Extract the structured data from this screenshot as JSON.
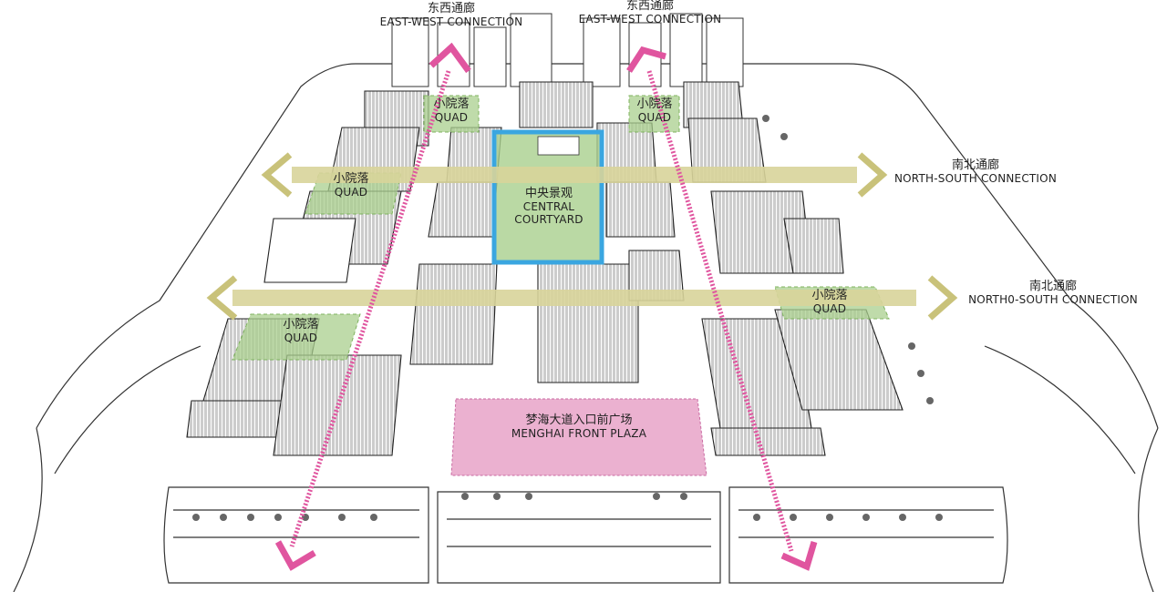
{
  "labels": {
    "ew_left": {
      "zh": "东西通廊",
      "en": "EAST-WEST CONNECTION"
    },
    "ew_right": {
      "zh": "东西通廊",
      "en": "EAST-WEST CONNECTION"
    },
    "ns_top": {
      "zh": "南北通廊",
      "en": "NORTH-SOUTH CONNECTION"
    },
    "ns_bottom": {
      "zh": "南北通廊",
      "en": "NORTH0-SOUTH CONNECTION"
    },
    "central": {
      "zh": "中央景观",
      "en1": "CENTRAL",
      "en2": "COURTYARD"
    },
    "plaza": {
      "zh": "梦海大道入口前广场",
      "en": "MENGHAI FRONT PLAZA"
    },
    "quads": [
      {
        "zh": "小院落",
        "en": "QUAD"
      },
      {
        "zh": "小院落",
        "en": "QUAD"
      },
      {
        "zh": "小院落",
        "en": "QUAD"
      },
      {
        "zh": "小院落",
        "en": "QUAD"
      },
      {
        "zh": "小院落",
        "en": "QUAD"
      }
    ]
  },
  "colors": {
    "pink": "#e0559f",
    "pink_fill": "#e8a3c8",
    "yellow": "#d8d49a",
    "yellow_dark": "#c9c27a",
    "blue": "#3aa6e0",
    "green_fill": "#a9cf8d",
    "line": "#222222"
  }
}
